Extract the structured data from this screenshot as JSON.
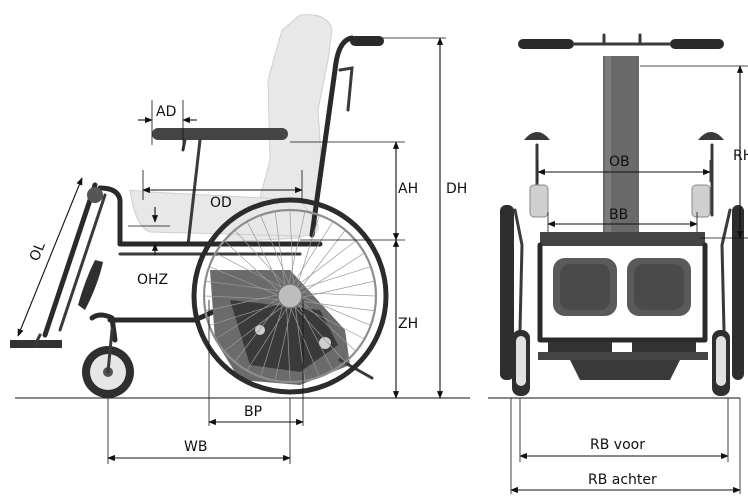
{
  "dimensions": {
    "AD": "AD",
    "OD": "OD",
    "OL": "OL",
    "OHZ": "OHZ",
    "AH": "AH",
    "DH": "DH",
    "ZH": "ZH",
    "BP": "BP",
    "WB": "WB",
    "OB": "OB",
    "BB": "BB",
    "RH": "RH",
    "RB_voor": "RB voor",
    "RB_achter": "RB achter"
  }
}
